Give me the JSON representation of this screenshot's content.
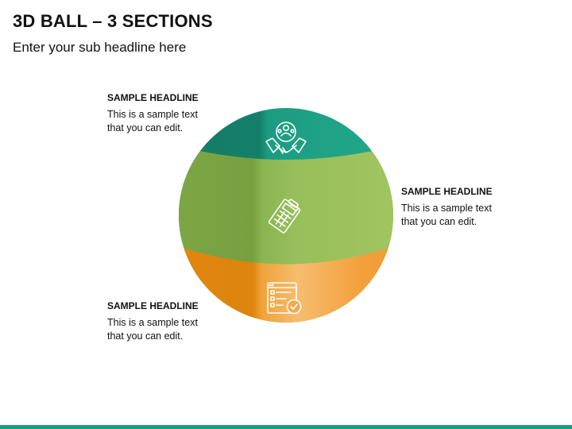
{
  "header": {
    "title": "3D BALL – 3 SECTIONS",
    "subtitle": "Enter your sub headline here"
  },
  "sections": [
    {
      "headline": "SAMPLE HEADLINE",
      "text_line1": "This is a sample text",
      "text_line2": "that you can edit.",
      "icon": "teamwork-handshake-icon",
      "color": "#1a9e7e"
    },
    {
      "headline": "SAMPLE HEADLINE",
      "text_line1": "This is a sample text",
      "text_line2": "that you can edit.",
      "icon": "calculator-clipboard-icon",
      "color": "#8db552"
    },
    {
      "headline": "SAMPLE HEADLINE",
      "text_line1": "This is a sample text",
      "text_line2": "that you can edit.",
      "icon": "checklist-document-icon",
      "color": "#f29a2e"
    }
  ],
  "footer": {
    "color": "#1a9e7e"
  }
}
